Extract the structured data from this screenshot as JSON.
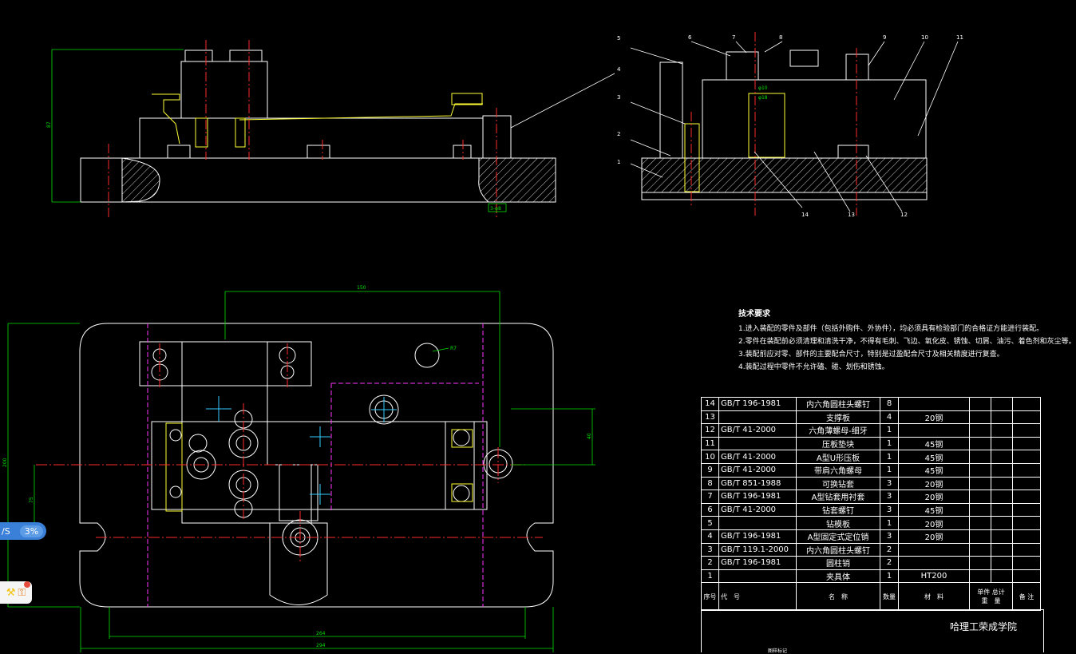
{
  "balloons": [
    "1",
    "2",
    "3",
    "4",
    "5",
    "6",
    "7",
    "8",
    "9",
    "10",
    "11",
    "12",
    "13",
    "14"
  ],
  "dims": {
    "width_top": "150",
    "overall_1": "264",
    "overall_2": "294",
    "height_left": "200",
    "height_small": "75",
    "side_right": "40",
    "height_front": "87",
    "radius": "R7",
    "pin_note": "3-φ8",
    "pitch_a": "φ10",
    "pitch_b": "φ18"
  },
  "tech": {
    "title": "技术要求",
    "lines": [
      "1.进入装配的零件及部件（包括外购件、外协件），均必须具有检验部门的合格证方能进行装配。",
      "2.零件在装配前必须清理和清洗干净，不得有毛刺、飞边、氧化皮、锈蚀、切屑、油污、着色剂和灰尘等。",
      "3.装配前应对零、部件的主要配合尺寸，特别是过盈配合尺寸及相关精度进行复查。",
      "4.装配过程中零件不允许磕、碰、划伤和锈蚀。"
    ]
  },
  "bom": {
    "rows": [
      {
        "no": "14",
        "code": "GB/T 196-1981",
        "name": "内六角圆柱头螺钉",
        "qty": "8",
        "mat": ""
      },
      {
        "no": "13",
        "code": "",
        "name": "支撑板",
        "qty": "4",
        "mat": "20钢"
      },
      {
        "no": "12",
        "code": "GB/T 41-2000",
        "name": "六角薄螺母-细牙",
        "qty": "1",
        "mat": ""
      },
      {
        "no": "11",
        "code": "",
        "name": "压板垫块",
        "qty": "1",
        "mat": "45钢"
      },
      {
        "no": "10",
        "code": "GB/T 41-2000",
        "name": "A型U形压板",
        "qty": "1",
        "mat": "45钢"
      },
      {
        "no": "9",
        "code": "GB/T 41-2000",
        "name": "带肩六角螺母",
        "qty": "1",
        "mat": "45钢"
      },
      {
        "no": "8",
        "code": "GB/T 851-1988",
        "name": "可换钻套",
        "qty": "3",
        "mat": "20钢"
      },
      {
        "no": "7",
        "code": "GB/T 196-1981",
        "name": "A型钻套用衬套",
        "qty": "3",
        "mat": "20钢"
      },
      {
        "no": "6",
        "code": "GB/T 41-2000",
        "name": "钻套螺钉",
        "qty": "3",
        "mat": "45钢"
      },
      {
        "no": "5",
        "code": "",
        "name": "钻模板",
        "qty": "1",
        "mat": "20钢"
      },
      {
        "no": "4",
        "code": "GB/T 196-1981",
        "name": "A型固定式定位销",
        "qty": "3",
        "mat": "20钢"
      },
      {
        "no": "3",
        "code": "GB/T 119.1-2000",
        "name": "内六角圆柱头螺钉",
        "qty": "2",
        "mat": ""
      },
      {
        "no": "2",
        "code": "GB/T 196-1981",
        "name": "圆柱销",
        "qty": "2",
        "mat": ""
      },
      {
        "no": "1",
        "code": "",
        "name": "夹具体",
        "qty": "1",
        "mat": "HT200"
      }
    ],
    "header": {
      "no": "序号",
      "code": "代　号",
      "name": "名　称",
      "qty": "数量",
      "mat": "材　料",
      "single": "单件",
      "total": "总计",
      "weight": "重　量",
      "remark": "备 注"
    }
  },
  "titleblock": {
    "school": "哈理工荣成学院",
    "small": "图样标记"
  },
  "widget": {
    "label": "/S",
    "percent": "3%"
  },
  "tool": {
    "icons": [
      "hammer-icon",
      "key-icon"
    ]
  },
  "colors": {
    "outline": "#ffffff",
    "center": "#ff2a2a",
    "dim": "#00e000",
    "yellow": "#ffff33",
    "magenta": "#ff33ff",
    "cyan": "#33ccff",
    "hatch": "#ffffff"
  }
}
